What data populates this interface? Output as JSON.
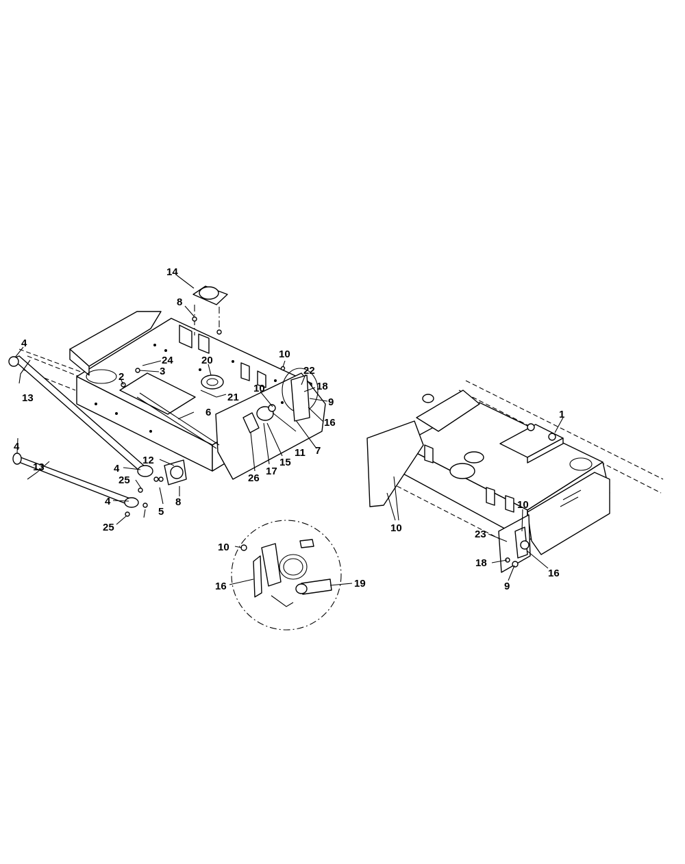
{
  "labels": {
    "l1": "1",
    "l2": "2",
    "l3": "3",
    "l4a": "4",
    "l4b": "4",
    "l4c": "4",
    "l4d": "4",
    "l5": "5",
    "l6": "6",
    "l7": "7",
    "l8a": "8",
    "l8b": "8",
    "l9a": "9",
    "l9b": "9",
    "l10a": "10",
    "l10b": "10",
    "l10c": "10",
    "l10d": "10",
    "l10e": "10",
    "l11": "11",
    "l12": "12",
    "l13a": "13",
    "l13b": "13",
    "l14": "14",
    "l15": "15",
    "l16a": "16",
    "l16b": "16",
    "l16c": "16",
    "l17": "17",
    "l18a": "18",
    "l18b": "18",
    "l19": "19",
    "l20": "20",
    "l21": "21",
    "l22": "22",
    "l23": "23",
    "l24": "24",
    "l25a": "25",
    "l25b": "25",
    "l26": "26"
  }
}
